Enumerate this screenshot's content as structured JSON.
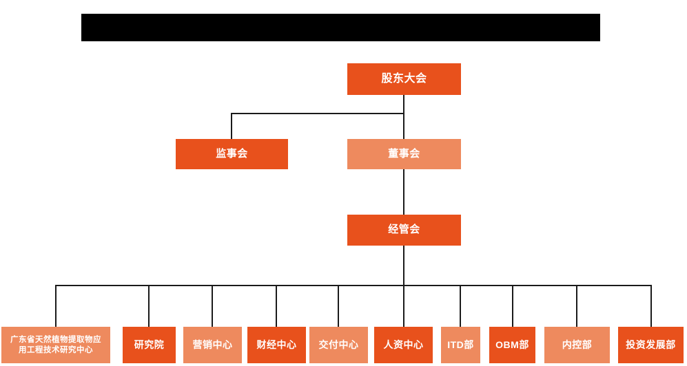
{
  "chart_data": {
    "type": "diagram",
    "diagram_kind": "organization-chart",
    "title_bar": {
      "text": "",
      "redacted": true,
      "color": "#000000"
    },
    "colors": {
      "dark_orange": "#E8511C",
      "light_orange": "#EE8A5E",
      "connector": "#1a1a1a",
      "background": "#ffffff",
      "node_text": "#ffffff"
    },
    "levels": [
      {
        "level": 1,
        "nodes": [
          {
            "id": "shareholders",
            "label": "股东大会",
            "fill": "dark"
          }
        ]
      },
      {
        "level": 2,
        "nodes": [
          {
            "id": "supervisors",
            "label": "监事会",
            "fill": "dark"
          },
          {
            "id": "directors",
            "label": "董事会",
            "fill": "light"
          }
        ]
      },
      {
        "level": 3,
        "nodes": [
          {
            "id": "management",
            "label": "经管会",
            "fill": "dark"
          }
        ]
      },
      {
        "level": 4,
        "nodes": [
          {
            "id": "rd-center",
            "label": "广东省天然植物提取物应用工程技术研究中心",
            "fill": "light"
          },
          {
            "id": "institute",
            "label": "研究院",
            "fill": "dark"
          },
          {
            "id": "marketing",
            "label": "营销中心",
            "fill": "light"
          },
          {
            "id": "finance",
            "label": "财经中心",
            "fill": "dark"
          },
          {
            "id": "delivery",
            "label": "交付中心",
            "fill": "light"
          },
          {
            "id": "hr",
            "label": "人资中心",
            "fill": "dark"
          },
          {
            "id": "itd",
            "label": "ITD部",
            "fill": "light"
          },
          {
            "id": "obm",
            "label": "OBM部",
            "fill": "dark"
          },
          {
            "id": "internal-control",
            "label": "内控部",
            "fill": "light"
          },
          {
            "id": "investment",
            "label": "投资发展部",
            "fill": "dark"
          }
        ]
      }
    ],
    "edges": [
      {
        "from": "shareholders",
        "to": "supervisors"
      },
      {
        "from": "shareholders",
        "to": "directors"
      },
      {
        "from": "directors",
        "to": "management"
      },
      {
        "from": "management",
        "to": "rd-center"
      },
      {
        "from": "management",
        "to": "institute"
      },
      {
        "from": "management",
        "to": "marketing"
      },
      {
        "from": "management",
        "to": "finance"
      },
      {
        "from": "management",
        "to": "delivery"
      },
      {
        "from": "management",
        "to": "hr"
      },
      {
        "from": "management",
        "to": "itd"
      },
      {
        "from": "management",
        "to": "obm"
      },
      {
        "from": "management",
        "to": "internal-control"
      },
      {
        "from": "management",
        "to": "investment"
      }
    ]
  },
  "nodes": {
    "shareholders": "股东大会",
    "supervisors": "监事会",
    "directors": "董事会",
    "management": "经管会",
    "rd_center_line1": "广东省天然植物提取物应",
    "rd_center_line2": "用工程技术研究中心",
    "institute": "研究院",
    "marketing": "营销中心",
    "finance": "财经中心",
    "delivery": "交付中心",
    "hr": "人资中心",
    "itd": "ITD部",
    "obm": "OBM部",
    "internal_control": "内控部",
    "investment": "投资发展部"
  },
  "title_bar": {
    "text": ""
  }
}
